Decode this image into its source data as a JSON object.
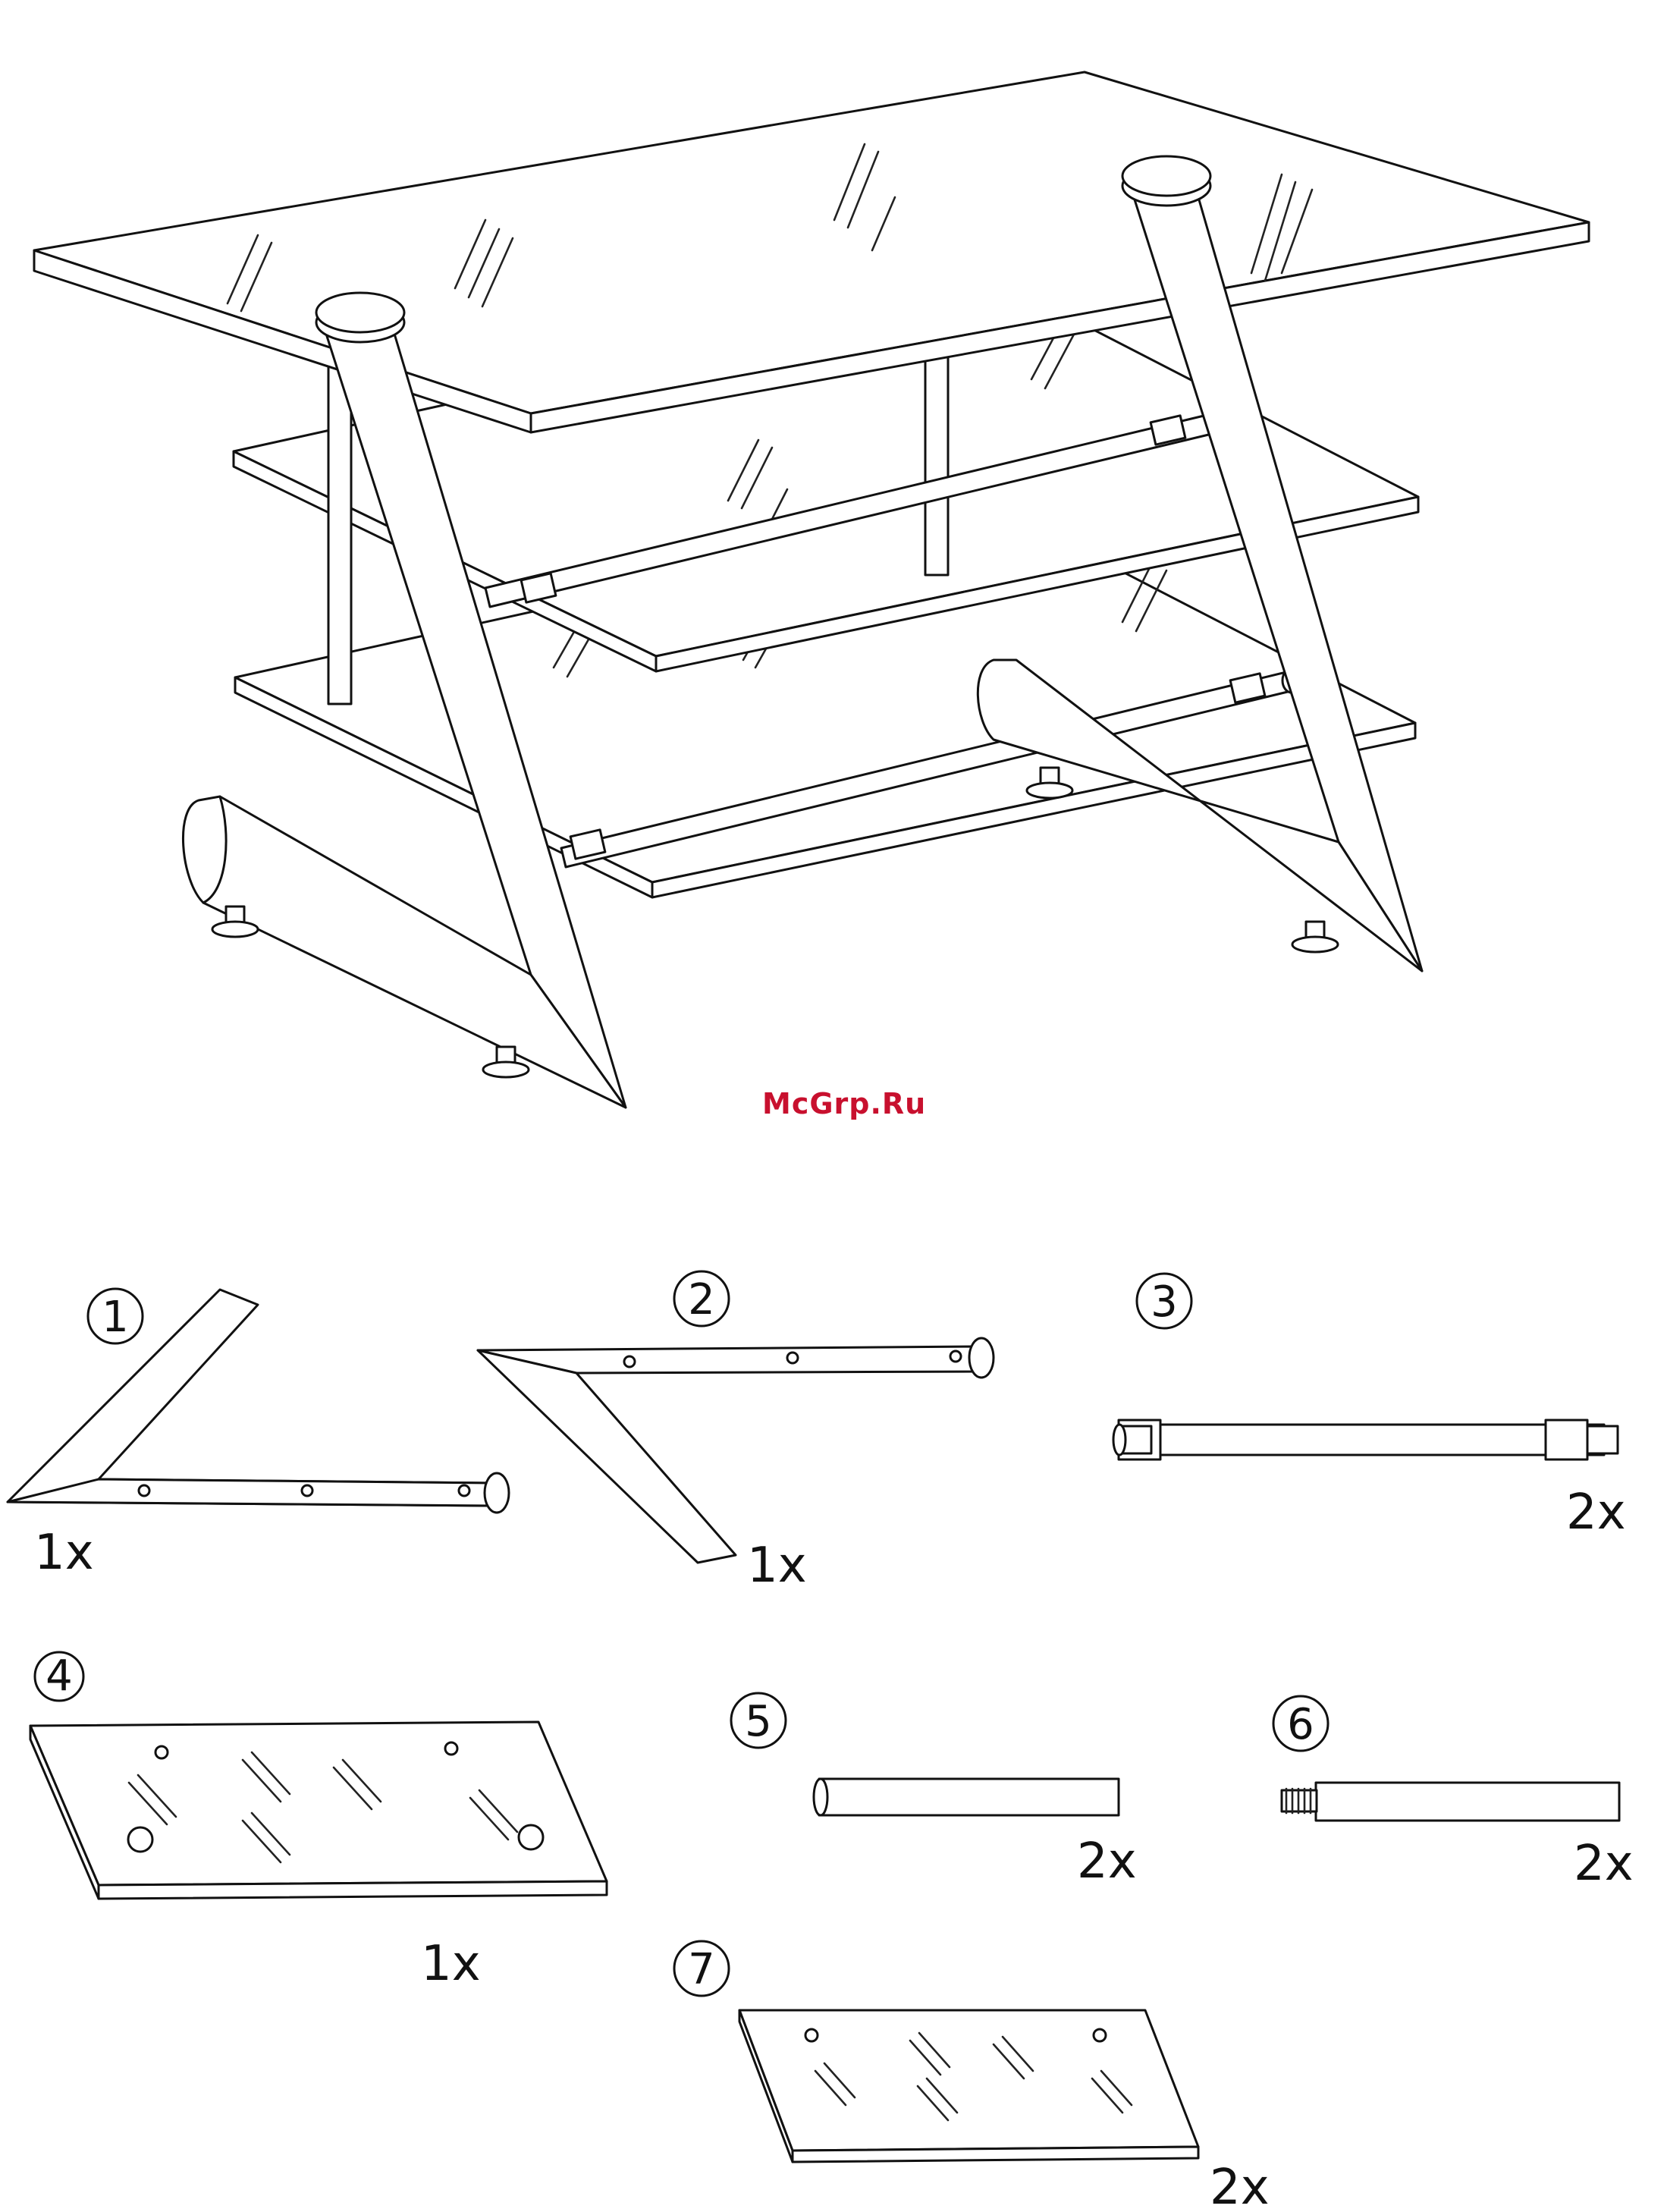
{
  "watermark": "McGrp.Ru",
  "parts": [
    {
      "number": "1",
      "quantity": "1x"
    },
    {
      "number": "2",
      "quantity": "1x"
    },
    {
      "number": "3",
      "quantity": "2x"
    },
    {
      "number": "4",
      "quantity": "1x"
    },
    {
      "number": "5",
      "quantity": "2x"
    },
    {
      "number": "6",
      "quantity": "2x"
    },
    {
      "number": "7",
      "quantity": "2x"
    }
  ]
}
